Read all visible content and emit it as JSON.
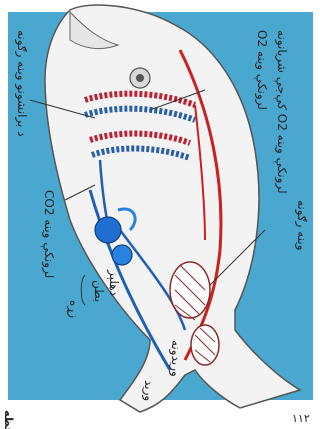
{
  "labels": {
    "oxygenated_blood_in_capillaries": "کې‌جې شریانونه O2 لرونکې وینه",
    "oxygenated_blood": "O2 لرونکې وینه",
    "blood_capillaries": "وینه رګونه",
    "gill_capillaries": "د برانشونو وینه رګونه",
    "deoxygenated_blood": "CO2 لرونکې وینه",
    "atrium": "دهلېز",
    "ventricle": "بطن",
    "heart": "زړه",
    "veins": "وریدونه",
    "vein": "ورید"
  },
  "page_number": "۱۱۲",
  "corner_text": "ملاحظه"
}
